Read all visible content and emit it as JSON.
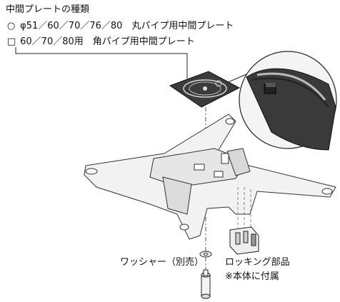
{
  "heading": "中間プレートの種類",
  "options": [
    {
      "marker": "○",
      "text": "φ51／60／70／76／80　丸パイプ用中間プレート"
    },
    {
      "marker": "□",
      "text": "60／70／80用　角パイプ用中間プレート"
    }
  ],
  "labels": {
    "washer": "ワッシャー（別売）",
    "locking_part": "ロッキング部品",
    "locking_note": "※本体に付属"
  }
}
